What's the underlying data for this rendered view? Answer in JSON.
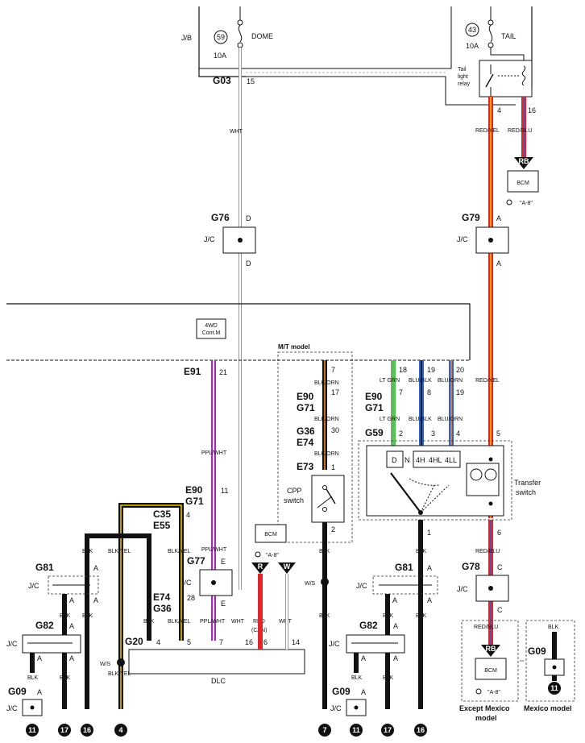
{
  "fuses": [
    {
      "number": "59",
      "name": "DOME",
      "rating": "10A"
    },
    {
      "number": "43",
      "name": "TAIL",
      "rating": "10A"
    }
  ],
  "labels": {
    "jb": "J/B",
    "jc": "J/C",
    "tail_relay_1": "Tail",
    "tail_relay_2": "light",
    "tail_relay_3": "relay",
    "bcm": "BCM",
    "mt_model": "M/T model",
    "four_wd_1": "4WD",
    "four_wd_2": "Cont.M",
    "cpp_1": "CPP",
    "cpp_2": "switch",
    "transfer_1": "Transfer",
    "transfer_2": "switch",
    "dlc": "DLC",
    "except_mexico_1": "Except Mexico",
    "except_mexico_2": "model",
    "mexico": "Mexico model",
    "ref_a8": "\"A-8\"",
    "can": "(CAN)"
  },
  "connectors": {
    "G03": "G03",
    "G76": "G76",
    "G79": "G79",
    "E91": "E91",
    "E90": "E90",
    "G71": "G71",
    "G36": "G36",
    "E74": "E74",
    "E73": "E73",
    "G59": "G59",
    "C35": "C35",
    "E55": "E55",
    "G77": "G77",
    "G81": "G81",
    "G82": "G82",
    "G09": "G09",
    "G20": "G20",
    "G78": "G78"
  },
  "pins": {
    "p15": "15",
    "p4": "4",
    "p16": "16",
    "pD": "D",
    "pA": "A",
    "p5": "5",
    "p6": "6",
    "pC": "C",
    "p21": "21",
    "p11": "11",
    "pE": "E",
    "p28": "28",
    "p7": "7",
    "p17": "17",
    "p30": "30",
    "p1": "1",
    "p2": "2",
    "p18": "18",
    "p19": "19",
    "p20": "20",
    "p8": "8",
    "p3": "3",
    "p14": "14"
  },
  "wires": {
    "wht": "WHT",
    "red_yel": "RED/YEL",
    "red_blu": "RED/BLU",
    "ppl_wht": "PPL/WHT",
    "blk_orn": "BLK/ORN",
    "lt_grn": "LT GRN",
    "blu_blk": "BLU/BLK",
    "blu_orn": "BLU/ORN",
    "blk": "BLK",
    "blk_yel": "BLK/YEL",
    "red": "RED",
    "ws": "W/S"
  },
  "switch_positions": [
    "D",
    "N",
    "4H",
    "4HL",
    "4LL"
  ],
  "ground_numbers": [
    "11",
    "17",
    "16",
    "4",
    "7",
    "11",
    "17",
    "16",
    "11"
  ],
  "ref_letters": [
    "RB",
    "R",
    "W"
  ],
  "colors": {
    "red": "#e0262b",
    "yellow": "#e8c000",
    "blue": "#2f63c9",
    "purple": "#9b2fb0",
    "orange": "#f08a1d",
    "green": "#5cbf5a",
    "black": "#111111",
    "grey": "#9a9a9a"
  }
}
